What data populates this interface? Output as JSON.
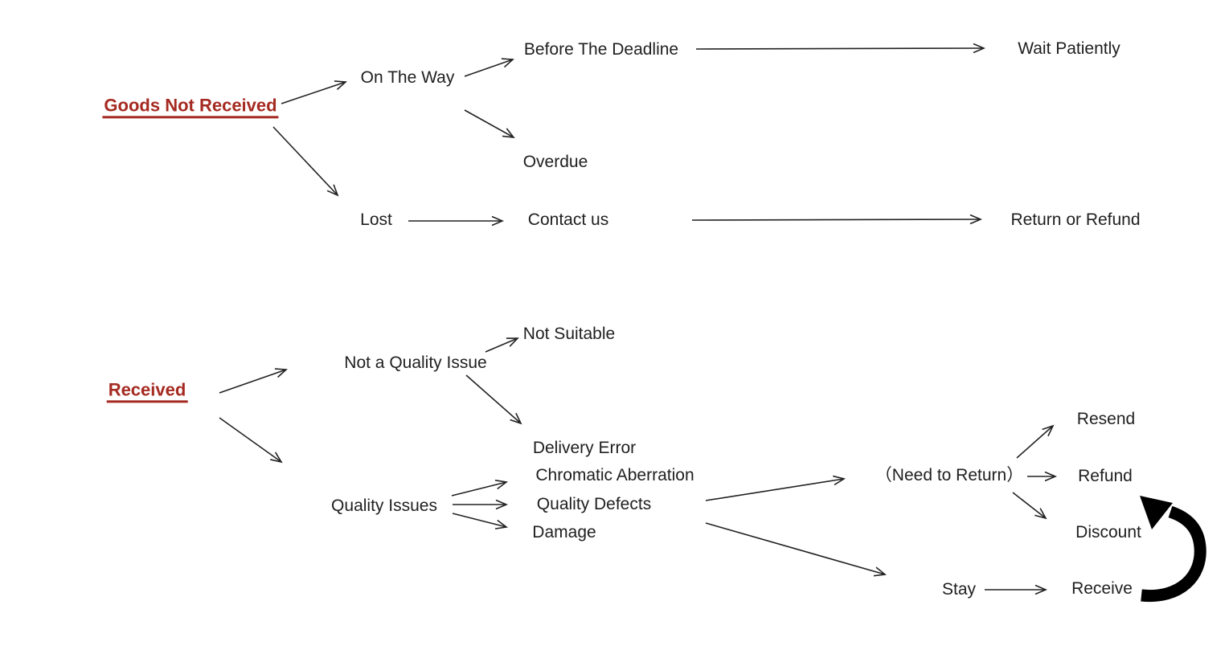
{
  "colors": {
    "accent_red": "#a52a21",
    "text": "#1f1f1f",
    "background": "#ffffff",
    "arrow": "#222222"
  },
  "nodes": {
    "goods_not_received": {
      "label": "Goods Not Received"
    },
    "on_the_way": {
      "label": "On The Way"
    },
    "before_the_deadline": {
      "label": "Before The Deadline"
    },
    "wait_patiently": {
      "label": "Wait Patiently"
    },
    "overdue": {
      "label": "Overdue"
    },
    "lost": {
      "label": "Lost"
    },
    "contact_us": {
      "label": "Contact us"
    },
    "return_or_refund": {
      "label": "Return or Refund"
    },
    "received": {
      "label": "Received"
    },
    "not_a_quality_issue": {
      "label": "Not a Quality Issue"
    },
    "not_suitable": {
      "label": "Not Suitable"
    },
    "delivery_error": {
      "label": "Delivery Error"
    },
    "chromatic_aberration": {
      "label": "Chromatic Aberration"
    },
    "quality_defects": {
      "label": "Quality Defects"
    },
    "damage": {
      "label": "Damage"
    },
    "quality_issues": {
      "label": "Quality Issues"
    },
    "need_to_return": {
      "label": "（Need to Return）"
    },
    "resend": {
      "label": "Resend"
    },
    "refund": {
      "label": "Refund"
    },
    "discount": {
      "label": "Discount"
    },
    "stay": {
      "label": "Stay"
    },
    "receive": {
      "label": "Receive"
    }
  },
  "edges": [
    {
      "from": "goods_not_received",
      "to": "on_the_way",
      "style": "thin"
    },
    {
      "from": "goods_not_received",
      "to": "lost",
      "style": "thin"
    },
    {
      "from": "on_the_way",
      "to": "before_the_deadline",
      "style": "thin"
    },
    {
      "from": "on_the_way",
      "to": "overdue",
      "style": "thin"
    },
    {
      "from": "before_the_deadline",
      "to": "wait_patiently",
      "style": "thin"
    },
    {
      "from": "lost",
      "to": "contact_us",
      "style": "thin"
    },
    {
      "from": "contact_us",
      "to": "return_or_refund",
      "style": "thin"
    },
    {
      "from": "received",
      "to": "not_a_quality_issue",
      "style": "thin"
    },
    {
      "from": "received",
      "to": "quality_issues",
      "style": "thin"
    },
    {
      "from": "not_a_quality_issue",
      "to": "not_suitable",
      "style": "thin"
    },
    {
      "from": "not_a_quality_issue",
      "to": "delivery_error",
      "style": "thin"
    },
    {
      "from": "quality_issues",
      "to": "chromatic_aberration",
      "style": "thin"
    },
    {
      "from": "quality_issues",
      "to": "quality_defects",
      "style": "thin"
    },
    {
      "from": "quality_issues",
      "to": "damage",
      "style": "thin"
    },
    {
      "from": "quality_defect_group",
      "to": "need_to_return",
      "style": "thin"
    },
    {
      "from": "quality_defect_group",
      "to": "stay",
      "style": "thin"
    },
    {
      "from": "need_to_return",
      "to": "resend",
      "style": "thin"
    },
    {
      "from": "need_to_return",
      "to": "refund",
      "style": "thin"
    },
    {
      "from": "need_to_return",
      "to": "discount",
      "style": "thin"
    },
    {
      "from": "stay",
      "to": "receive",
      "style": "thin"
    },
    {
      "from": "receive",
      "to": "discount",
      "style": "thick-curved-loop"
    }
  ]
}
